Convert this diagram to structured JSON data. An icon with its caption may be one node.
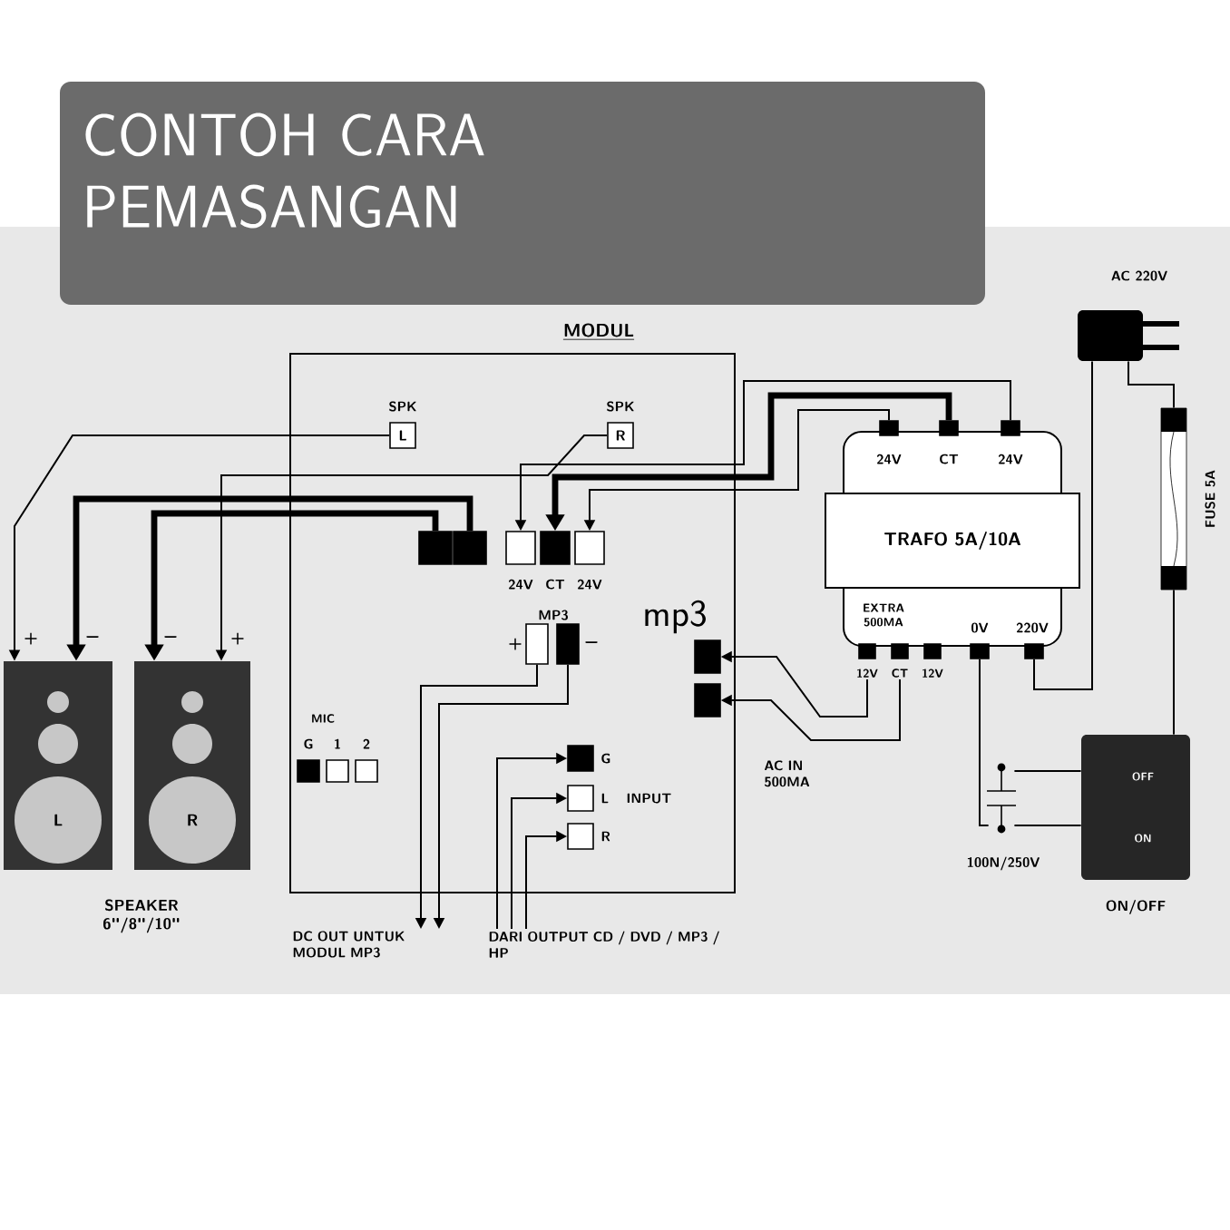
{
  "diagram": {
    "title": "CONTOH CARA PEMASANGAN",
    "nodes": [
      {
        "text": [
          "MODUL"
        ]
      },
      {
        "text": [
          "SPK",
          "L"
        ],
        "in": 0
      },
      {
        "text": [
          "SPK",
          "R"
        ],
        "in": 0
      },
      {
        "text": [],
        "shape": "box",
        "in": 0
      },
      {
        "text": [],
        "shape": "box",
        "in": 0
      },
      {
        "text": [
          "24V"
        ],
        "in": 0
      },
      {
        "text": [
          "CT"
        ],
        "in": 0
      },
      {
        "text": [
          "24V"
        ],
        "in": 0
      },
      {
        "text": [
          "+"
        ],
        "in": 0
      },
      {
        "text": [
          "−"
        ],
        "in": 0
      },
      {
        "text": [
          "G"
        ],
        "in": 0
      },
      {
        "text": [
          "1"
        ],
        "in": 0
      },
      {
        "text": [
          "2"
        ],
        "in": 0
      },
      {
        "text": [
          "G"
        ],
        "in": 0
      },
      {
        "text": [
          "L"
        ],
        "in": 0
      },
      {
        "text": [
          "R"
        ],
        "in": 0
      },
      {
        "text": [],
        "shape": "box",
        "in": 0
      },
      {
        "text": [],
        "shape": "box",
        "in": 0
      },
      {
        "text": [
          "TRAFO 5A/10A"
        ]
      },
      {
        "text": [
          "24V"
        ]
      },
      {
        "text": [
          "CT"
        ]
      },
      {
        "text": [
          "24V"
        ]
      },
      {
        "text": [
          "12V"
        ]
      },
      {
        "text": [
          "CT"
        ]
      },
      {
        "text": [
          "12V"
        ]
      },
      {
        "text": [
          "0V"
        ]
      },
      {
        "text": [
          "220V"
        ]
      },
      {
        "text": [
          "AC 220V"
        ]
      },
      {
        "text": [
          "FUSE 5A"
        ]
      },
      {
        "text": [
          "OFF",
          "ON",
          "ON/OFF"
        ]
      },
      {
        "text": [
          "100N/250V"
        ]
      },
      {
        "text": [
          "L"
        ]
      },
      {
        "text": [
          "R"
        ]
      },
      {
        "text": [
          "DC OUT UNTUK MODUL MP3"
        ]
      },
      {
        "text": [
          "DARI OUTPUT CD / DVD / MP3 / HP"
        ]
      }
    ],
    "edges": [
      {
        "from": 1,
        "to": 31,
        "arrow": "to"
      },
      {
        "from": 2,
        "to": 32,
        "arrow": "to"
      },
      {
        "from": 3,
        "to": 32,
        "arrow": "to",
        "style": "thick"
      },
      {
        "from": 4,
        "to": 31,
        "arrow": "to",
        "style": "thick"
      },
      {
        "from": 19,
        "to": 7,
        "arrow": "to"
      },
      {
        "from": 20,
        "to": 6,
        "arrow": "to",
        "style": "thick"
      },
      {
        "from": 21,
        "to": 5,
        "arrow": "to"
      },
      {
        "from": 22,
        "to": 16,
        "arrow": "to"
      },
      {
        "from": 23,
        "to": 17,
        "arrow": "to"
      },
      {
        "from": 27,
        "to": 28,
        "arrow": "none"
      },
      {
        "from": 27,
        "to": 26,
        "arrow": "none"
      },
      {
        "from": 28,
        "to": 29,
        "arrow": "none"
      },
      {
        "from": 25,
        "to": 30,
        "arrow": "none"
      },
      {
        "from": 30,
        "to": 29,
        "arrow": "none"
      },
      {
        "from": 30,
        "to": 29,
        "arrow": "none"
      },
      {
        "from": 8,
        "to": 33,
        "arrow": "to"
      },
      {
        "from": 9,
        "to": 33,
        "arrow": "to"
      },
      {
        "from": 34,
        "to": 13,
        "arrow": "to"
      },
      {
        "from": 34,
        "to": 14,
        "arrow": "to"
      },
      {
        "from": 34,
        "to": 15,
        "arrow": "to"
      }
    ],
    "labels": [
      "+",
      "−",
      "−",
      "+",
      "MP3",
      "mp3",
      "EXTRA 500MA",
      "MIC",
      "INPUT",
      "AC IN 500MA",
      "SPEAKER 6\"/8\"/10\""
    ]
  }
}
